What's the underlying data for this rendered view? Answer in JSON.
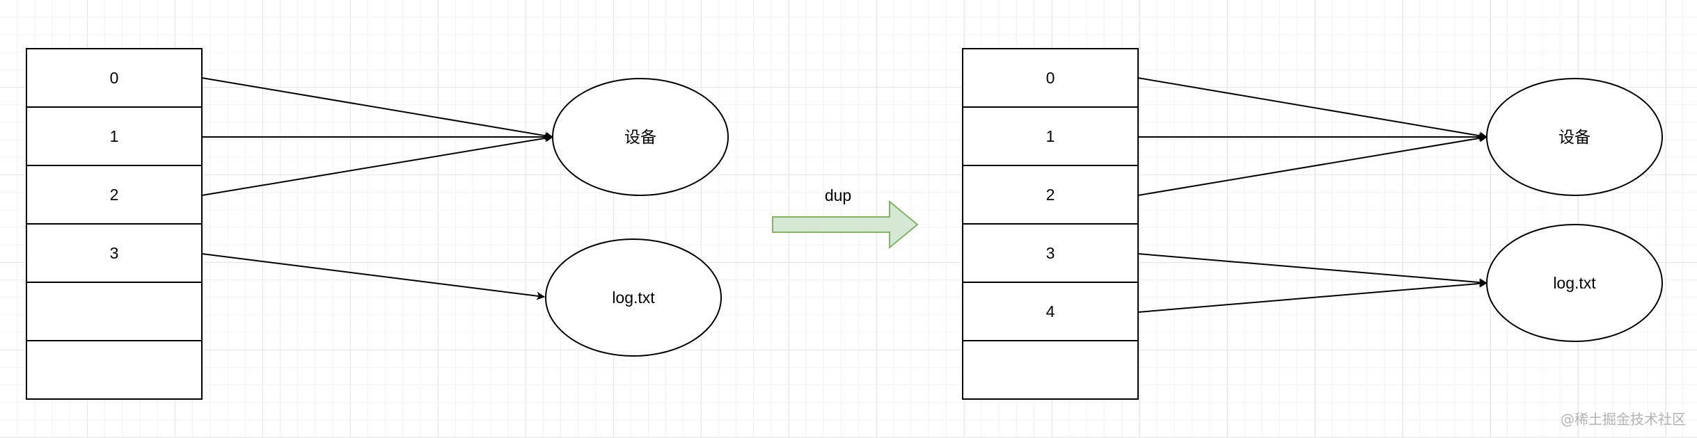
{
  "left_panel": {
    "cells": [
      "0",
      "1",
      "2",
      "3",
      "",
      ""
    ],
    "targets": {
      "device": "设备",
      "log": "log.txt"
    }
  },
  "transition": {
    "label": "dup",
    "arrow_fill": "#d5e8d4",
    "arrow_stroke": "#82b366"
  },
  "right_panel": {
    "cells": [
      "0",
      "1",
      "2",
      "3",
      "4",
      ""
    ],
    "targets": {
      "device": "设备",
      "log": "log.txt"
    }
  },
  "watermark": "@稀土掘金技术社区"
}
